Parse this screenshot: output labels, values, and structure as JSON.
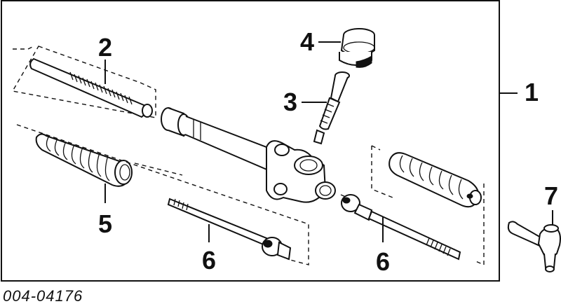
{
  "diagram": {
    "catalog_number": "004-04176",
    "callouts": {
      "rack_assembly": "1",
      "rack": "2",
      "pinion": "3",
      "pinion_seal": "4",
      "boot_left": "5",
      "inner_tie_rod_left": "6",
      "inner_tie_rod_right": "6",
      "outer_tie_rod_end": "7"
    }
  }
}
